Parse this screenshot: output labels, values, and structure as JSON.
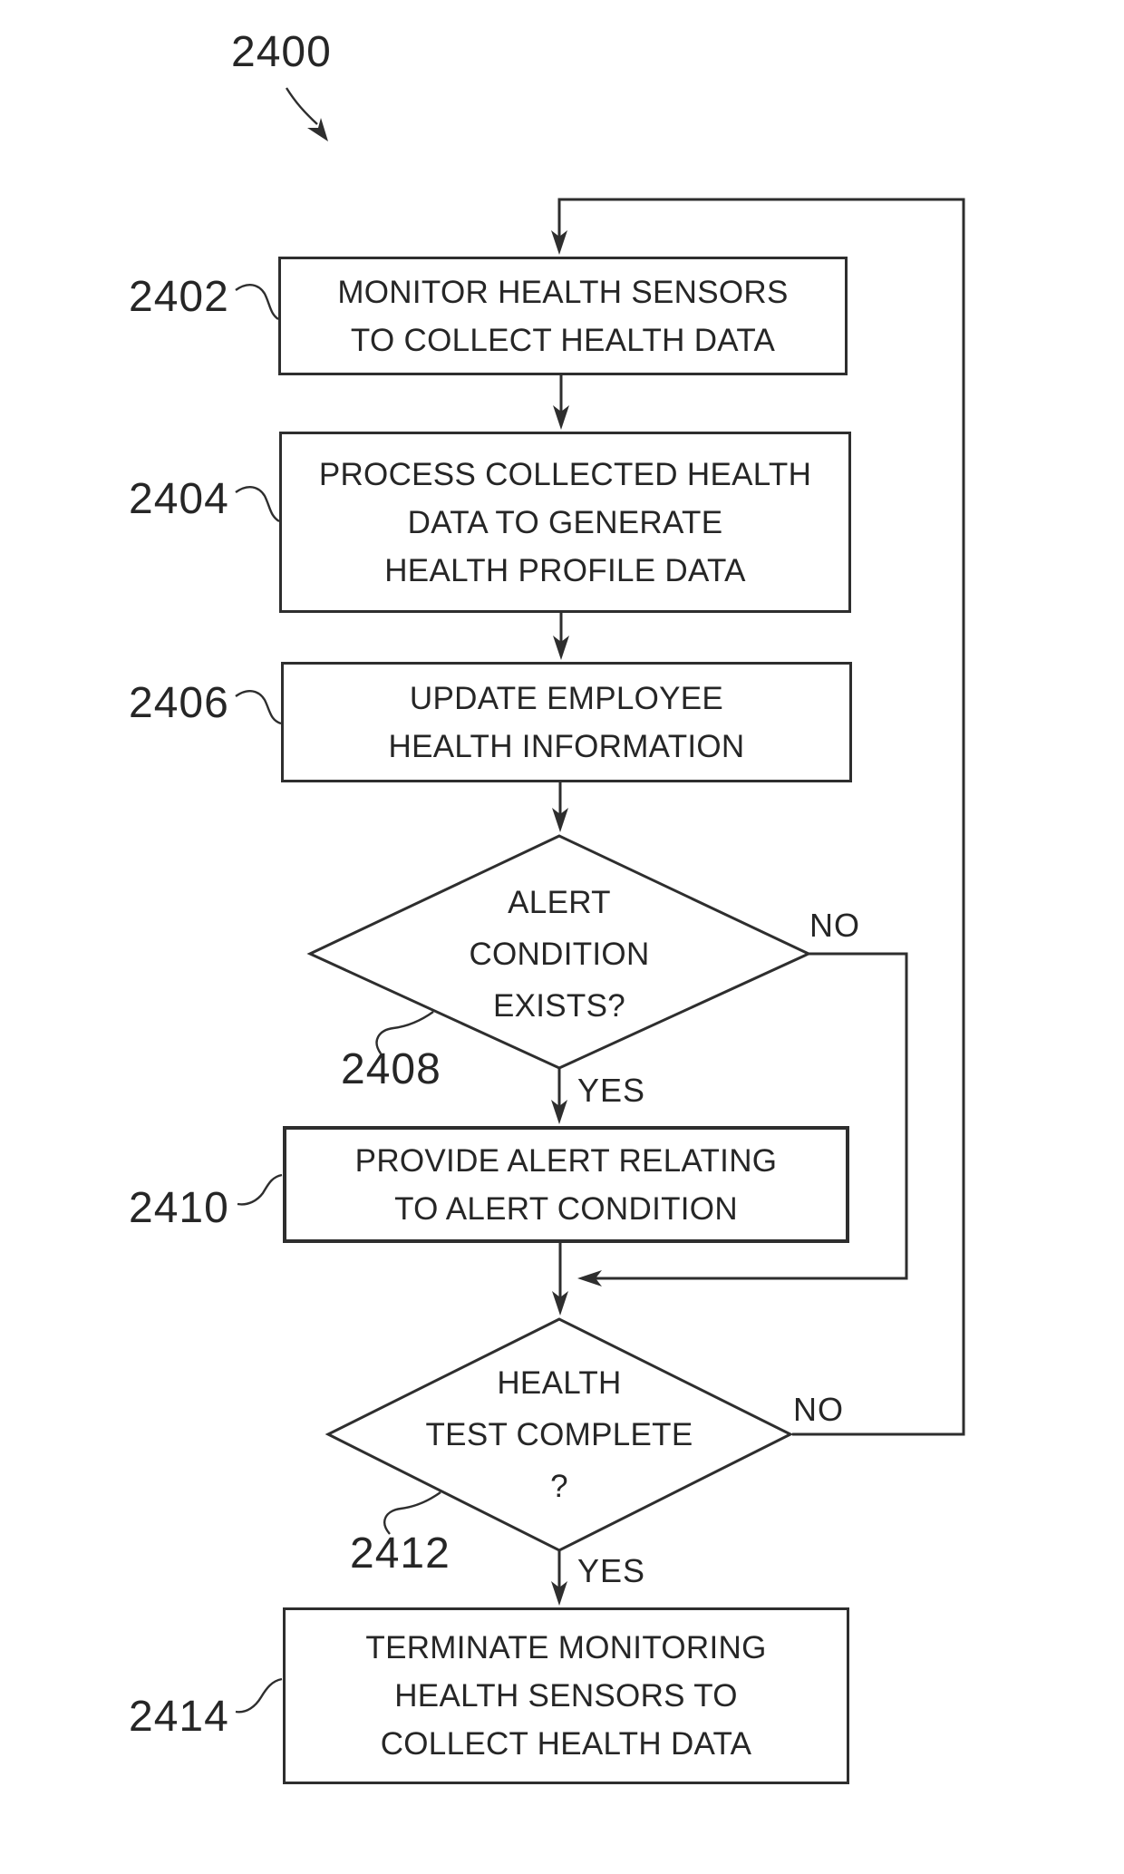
{
  "figure": {
    "figure_ref": "2400",
    "line_color": "#2e2e2e",
    "text_color": "#262626",
    "steps": {
      "s2402": {
        "ref": "2402",
        "lines": [
          "MONITOR HEALTH SENSORS",
          "TO COLLECT HEALTH DATA"
        ]
      },
      "s2404": {
        "ref": "2404",
        "lines": [
          "PROCESS COLLECTED HEALTH",
          "DATA TO GENERATE",
          "HEALTH PROFILE DATA"
        ]
      },
      "s2406": {
        "ref": "2406",
        "lines": [
          "UPDATE EMPLOYEE",
          "HEALTH INFORMATION"
        ]
      },
      "d2408": {
        "ref": "2408",
        "lines": [
          "ALERT",
          "CONDITION",
          "EXISTS?"
        ],
        "yes_label": "YES",
        "no_label": "NO"
      },
      "s2410": {
        "ref": "2410",
        "lines": [
          "PROVIDE ALERT RELATING",
          "TO ALERT CONDITION"
        ]
      },
      "d2412": {
        "ref": "2412",
        "lines": [
          "HEALTH",
          "TEST COMPLETE",
          "?"
        ],
        "yes_label": "YES",
        "no_label": "NO"
      },
      "s2414": {
        "ref": "2414",
        "lines": [
          "TERMINATE MONITORING",
          "HEALTH SENSORS TO",
          "COLLECT HEALTH DATA"
        ]
      }
    }
  }
}
